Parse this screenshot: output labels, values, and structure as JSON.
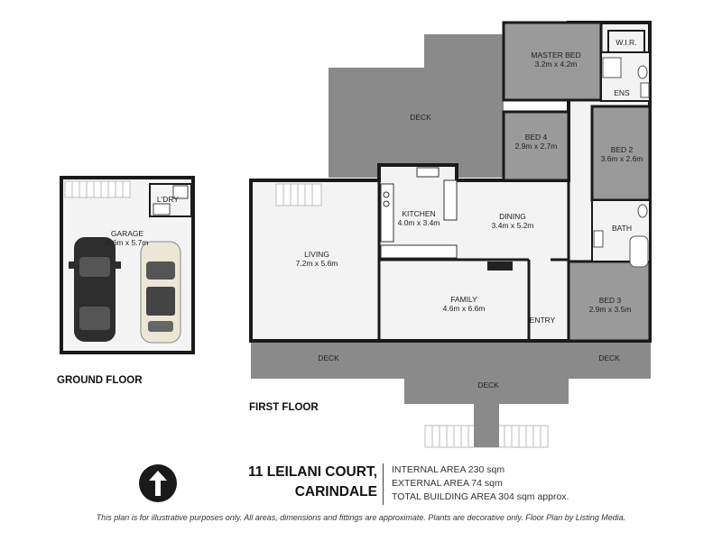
{
  "address": {
    "line1": "11 LEILANI COURT,",
    "line2": "CARINDALE"
  },
  "areas": {
    "internal": "INTERNAL AREA 230 sqm",
    "external": "EXTERNAL AREA 74 sqm",
    "total": "TOTAL BUILDING AREA 304 sqm approx."
  },
  "disclaimer": "This plan is for illustrative purposes only. All areas, dimensions and fittings are approximate. Plants are decorative only. Floor Plan by Listing Media.",
  "floors": {
    "ground": "GROUND FLOOR",
    "first": "FIRST FLOOR"
  },
  "rooms": {
    "garage": {
      "name": "GARAGE",
      "dims": "5.6m x 5.7m"
    },
    "laundry": {
      "name": "L'DRY"
    },
    "master": {
      "name": "MASTER BED",
      "dims": "3.2m x 4.2m"
    },
    "wir": {
      "name": "W.I.R."
    },
    "ens": {
      "name": "ENS"
    },
    "bed4": {
      "name": "BED 4",
      "dims": "2.9m x 2.7m"
    },
    "bed2": {
      "name": "BED 2",
      "dims": "3.6m x 2.6m"
    },
    "kitchen": {
      "name": "KITCHEN",
      "dims": "4.0m x 3.4m"
    },
    "dining": {
      "name": "DINING",
      "dims": "3.4m x 5.2m"
    },
    "bath": {
      "name": "BATH"
    },
    "living": {
      "name": "LIVING",
      "dims": "7.2m x 5.6m"
    },
    "family": {
      "name": "FAMILY",
      "dims": "4.6m x 6.6m"
    },
    "entry": {
      "name": "ENTRY"
    },
    "bed3": {
      "name": "BED 3",
      "dims": "2.9m x 3.5m"
    }
  },
  "decks": {
    "top": "DECK",
    "left": "DECK",
    "center": "DECK",
    "right": "DECK"
  },
  "colors": {
    "deck": "#8a8a8a",
    "bedroom": "#9a9a9a",
    "floor": "#f3f3f3",
    "wall": "#1a1a1a"
  },
  "icons": {
    "compass": "north-arrow-icon"
  }
}
